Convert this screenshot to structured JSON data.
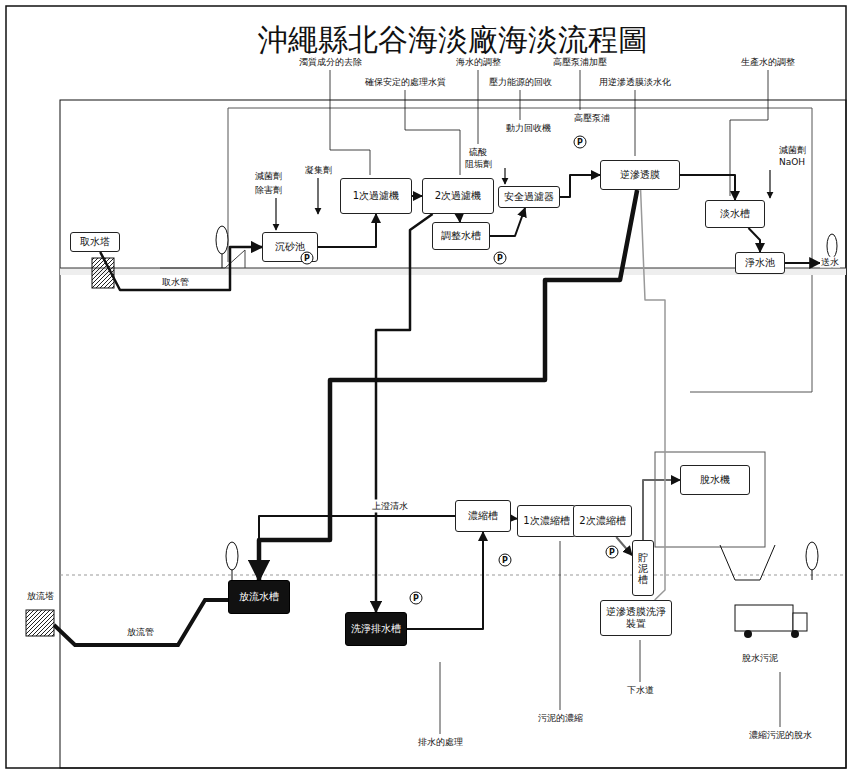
{
  "diagram": {
    "title": "沖繩縣北谷海淡廠海淡流程圖",
    "nodes": [
      {
        "text": [
          "取水塔"
        ]
      },
      {
        "text": [
          "沉砂池"
        ]
      },
      {
        "text": [
          "1次過濾機"
        ]
      },
      {
        "text": [
          "2次過濾機"
        ]
      },
      {
        "text": [
          "調整水槽"
        ]
      },
      {
        "text": [
          "安全過濾器"
        ]
      },
      {
        "text": [
          "逆滲透膜"
        ]
      },
      {
        "text": [
          "淡水槽"
        ]
      },
      {
        "text": [
          "淨水池"
        ]
      },
      {
        "text": [
          "放流水槽"
        ]
      },
      {
        "text": [
          "洗淨排水槽"
        ]
      },
      {
        "text": [
          "濃縮槽"
        ]
      },
      {
        "text": [
          "1次濃縮槽"
        ]
      },
      {
        "text": [
          "2次濃縮槽"
        ]
      },
      {
        "text": [
          "貯泥槽"
        ]
      },
      {
        "text": [
          "逆滲透膜洗淨裝置"
        ]
      },
      {
        "text": [
          "脫水機"
        ]
      }
    ],
    "edges": [
      {
        "from": 0,
        "to": 1,
        "arrow": "to",
        "label": "取水管"
      },
      {
        "from": 1,
        "to": 2,
        "arrow": "to"
      },
      {
        "from": 2,
        "to": 3,
        "arrow": "to"
      },
      {
        "from": 3,
        "to": 4,
        "arrow": "to"
      },
      {
        "from": 4,
        "to": 5,
        "arrow": "to"
      },
      {
        "from": 5,
        "to": 6,
        "arrow": "to"
      },
      {
        "from": 6,
        "to": 7,
        "arrow": "to"
      },
      {
        "from": 7,
        "to": 8,
        "arrow": "to"
      },
      {
        "from": 6,
        "to": 9,
        "arrow": "to"
      },
      {
        "from": 3,
        "to": 10,
        "arrow": "to"
      },
      {
        "from": 10,
        "to": 11,
        "arrow": "to"
      },
      {
        "from": 11,
        "to": 9,
        "arrow": "to",
        "label": "上澄清水"
      },
      {
        "from": 11,
        "to": 12,
        "arrow": "to"
      },
      {
        "from": 12,
        "to": 13,
        "arrow": "to"
      },
      {
        "from": 13,
        "to": 14,
        "arrow": "to"
      },
      {
        "from": 14,
        "to": 16,
        "arrow": "to"
      },
      {
        "from": 15,
        "to": 6,
        "arrow": "none"
      }
    ],
    "labels": [
      "濁質成分的去除",
      "確保安定的處理水質",
      "海水的調整",
      "壓力能源的回收",
      "動力回收機",
      "高壓泵浦加壓",
      "高壓泵浦",
      "用逆滲透膜淡水化",
      "生產水的調整",
      "凝集劑",
      "減菌劑",
      "除害劑",
      "硫酸",
      "阻垢劑",
      "減菌劑",
      "NaOH",
      "送水",
      "放流塔",
      "放流管",
      "下水道",
      "脫水污泥",
      "排水的處理",
      "污泥的濃縮",
      "濃縮污泥的脫水",
      "P",
      "P",
      "P",
      "P",
      "P",
      "P"
    ]
  }
}
